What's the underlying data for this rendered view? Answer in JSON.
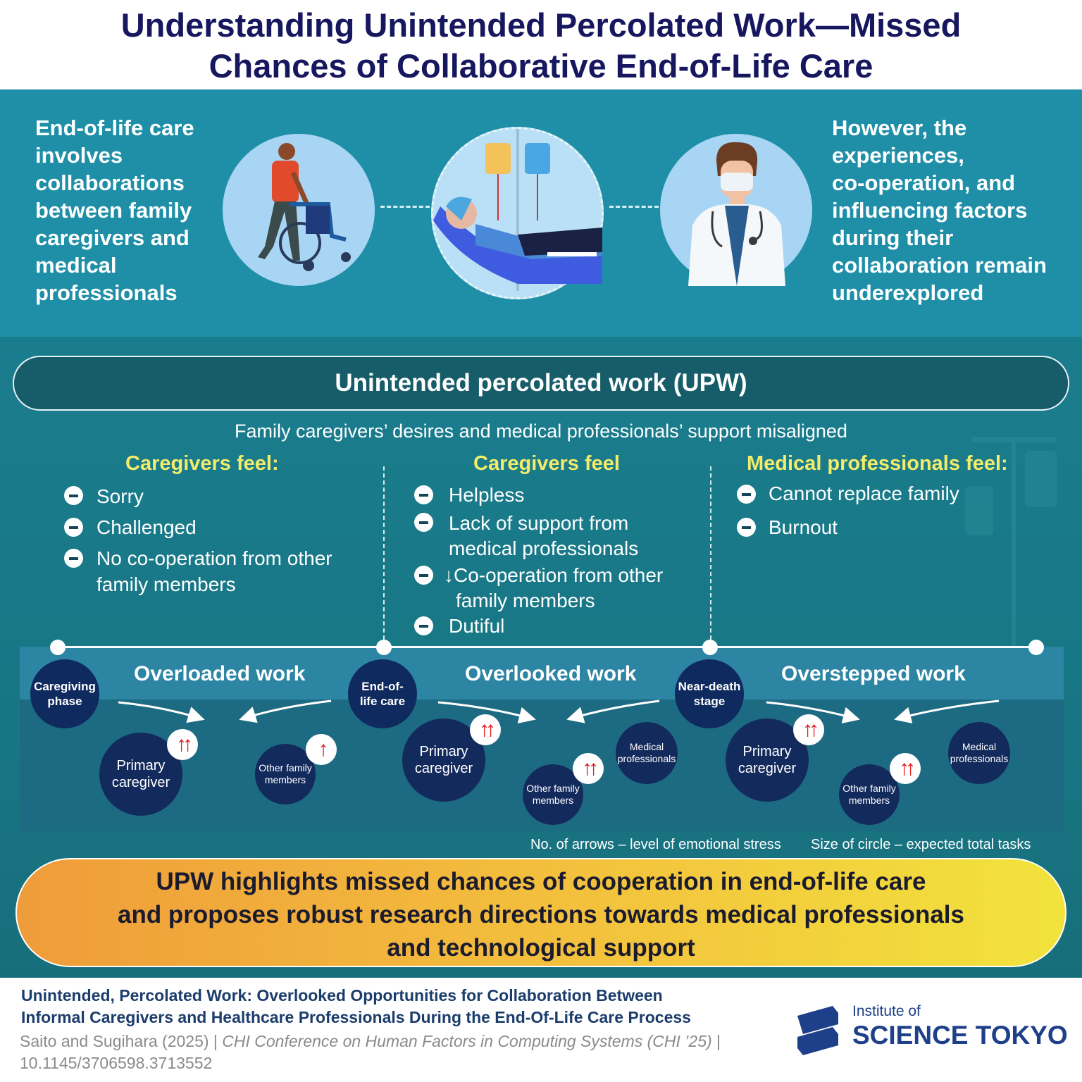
{
  "header": {
    "title_line1": "Understanding Unintended Percolated Work—Missed",
    "title_line2": "Chances of Collaborative End-of-Life Care"
  },
  "intro": {
    "left_lines": [
      "End-of-life care",
      "involves",
      "collaborations",
      "between family",
      "caregivers and",
      "medical",
      "professionals"
    ],
    "right_lines": [
      "However, the",
      "experiences,",
      "co-operation, and",
      "influencing factors",
      "during their",
      "collaboration remain",
      "underexplored"
    ]
  },
  "upw": {
    "title": "Unintended percolated work (UPW)",
    "subtitle": "Family caregivers’ desires and medical professionals’ support misaligned"
  },
  "columns": [
    {
      "heading": "Caregivers feel:",
      "items": [
        "Sorry",
        "Challenged",
        "No co-operation from other",
        "family members"
      ]
    },
    {
      "heading": "Caregivers feel",
      "items": [
        "Helpless",
        "Lack of support from",
        "medical professionals",
        "↓Co-operation from other",
        "family members",
        "Dutiful"
      ]
    },
    {
      "heading": "Medical professionals feel:",
      "items": [
        "Cannot replace family",
        "Burnout"
      ]
    }
  ],
  "stages": [
    {
      "phase_l1": "Caregiving",
      "phase_l2": "phase",
      "work": "Overloaded work"
    },
    {
      "phase_l1": "End-of-",
      "phase_l2": "life care",
      "work": "Overlooked work"
    },
    {
      "phase_l1": "Near-death",
      "phase_l2": "stage",
      "work": "Overstepped work"
    }
  ],
  "people": {
    "primary_l1": "Primary",
    "primary_l2": "caregiver",
    "other_l1": "Other family",
    "other_l2": "members",
    "medical_l1": "Medical",
    "medical_l2": "professionals"
  },
  "stress_arrows": {
    "overloaded": {
      "primary_caregiver": 2,
      "other_family_members": 1
    },
    "overlooked": {
      "primary_caregiver": 2,
      "other_family_members": 2
    },
    "overstepped": {
      "primary_caregiver": 2,
      "other_family_members": 2
    }
  },
  "legend": {
    "arrows": "No. of arrows – level of emotional stress",
    "size": "Size of circle – expected total tasks"
  },
  "conclusion": {
    "line1": "UPW highlights missed chances of cooperation in end-of-life care",
    "line2": "and proposes robust research directions towards medical professionals",
    "line3": "and technological support"
  },
  "reference": {
    "title_line1": "Unintended, Percolated Work: Overlooked Opportunities for Collaboration Between",
    "title_line2": "Informal Caregivers and Healthcare Professionals During the End-Of-Life Care Process",
    "authors": "Saito and Sugihara (2025) | ",
    "venue": "CHI Conference on Human Factors in Computing Systems (CHI ’25)",
    "sep": " |",
    "doi": "10.1145/3706598.3713552"
  },
  "logo": {
    "line1": "Institute of",
    "line2": "SCIENCE TOKYO"
  },
  "colors": {
    "navy": "#16175f",
    "teal": "#1f8fa8",
    "yellow_heading": "#f2ec6a",
    "arrow_red": "#e01b1b"
  }
}
